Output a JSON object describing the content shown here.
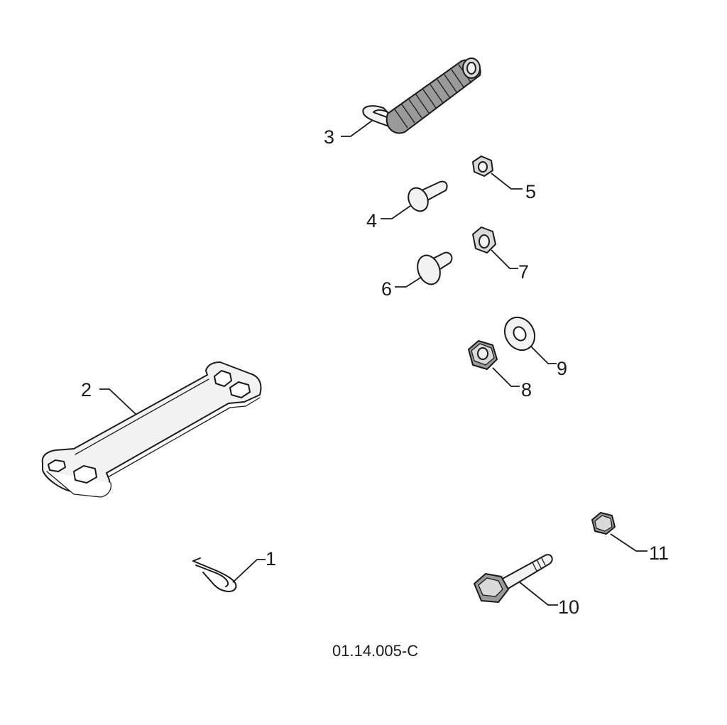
{
  "callouts": {
    "c1": "1",
    "c2": "2",
    "c3": "3",
    "c4": "4",
    "c5": "5",
    "c6": "6",
    "c7": "7",
    "c8": "8",
    "c9": "9",
    "c10": "10",
    "c11": "11"
  },
  "reference_code": "01.14.005-C"
}
